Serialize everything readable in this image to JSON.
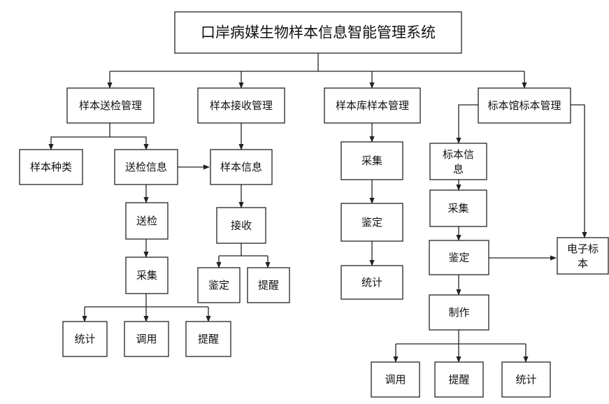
{
  "title": "口岸病媒生物样本信息智能管理系统",
  "categories": {
    "send": "样本送检管理",
    "receive": "样本接收管理",
    "repository": "样本库样本管理",
    "museum": "标本馆标本管理"
  },
  "send_branch": {
    "sample_types": "样本种类",
    "send_info": "送检信息",
    "send": "送检",
    "collect": "采集",
    "stats": "统计",
    "call": "调用",
    "remind": "提醒"
  },
  "receive_branch": {
    "sample_info": "样本信息",
    "receive": "接收",
    "identify": "鉴定",
    "remind": "提醒"
  },
  "repository_branch": {
    "collect": "采集",
    "identify": "鉴定",
    "stats": "统计"
  },
  "museum_branch": {
    "specimen_info_line1": "标本信",
    "specimen_info_line2": "息",
    "collect": "采集",
    "identify": "鉴定",
    "make": "制作",
    "call": "调用",
    "remind": "提醒",
    "stats": "统计",
    "e_specimen_line1": "电子标",
    "e_specimen_line2": "本"
  }
}
